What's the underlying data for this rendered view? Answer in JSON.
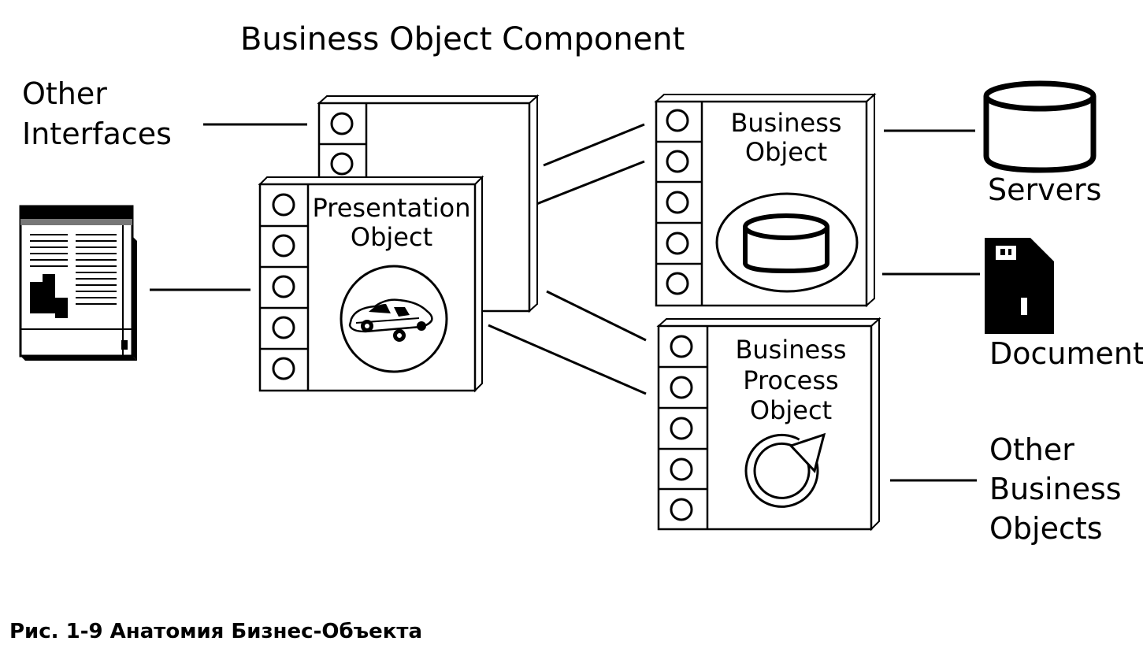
{
  "title": "Business Object Component",
  "other_interfaces": [
    "Other",
    "Interfaces"
  ],
  "presentation_object": [
    "Presentation",
    "Object"
  ],
  "business_object": [
    "Business",
    "Object"
  ],
  "business_process_object": [
    "Business",
    "Process",
    "Object"
  ],
  "servers": "Servers",
  "document": "Document",
  "other_business_objects": [
    "Other",
    "Business",
    "Objects"
  ],
  "caption": "Рис. 1-9 Анатомия Бизнес-Объекта",
  "icons": {
    "presentation": "car-icon",
    "business": "database-cylinder-icon",
    "process": "cycle-arrow-icon",
    "servers": "database-cylinder-icon",
    "document": "floppy-document-icon",
    "window": "window-screen-icon"
  }
}
